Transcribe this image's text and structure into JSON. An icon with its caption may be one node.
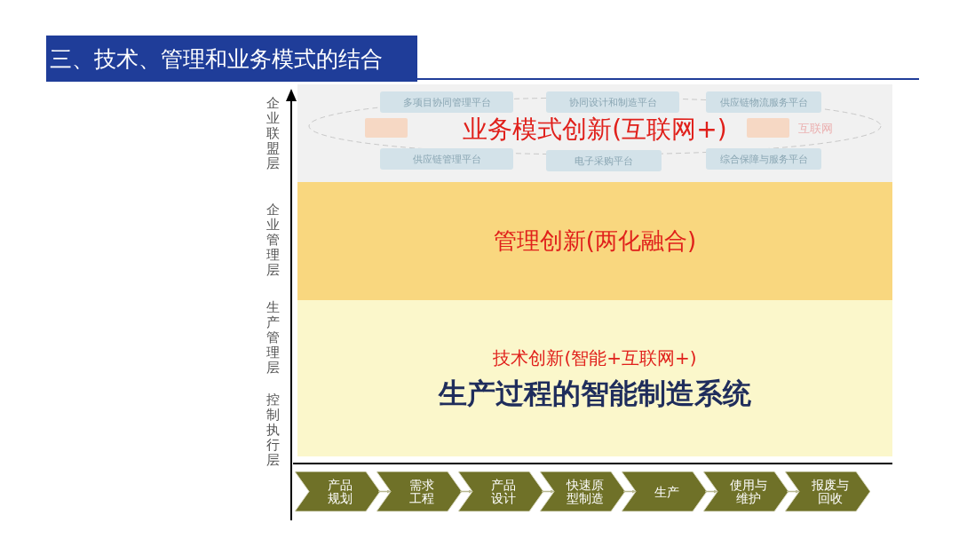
{
  "diagram": {
    "title": "三、技术、管理和业务模式的结合",
    "nodes": [
      {
        "text": [
          "业务模式创新(互联网+)"
        ]
      },
      {
        "text": [
          "多项目协同管理平台"
        ],
        "in": 0
      },
      {
        "text": [
          "协同设计和制造平台"
        ],
        "in": 0
      },
      {
        "text": [
          "供应链物流服务平台"
        ],
        "in": 0
      },
      {
        "text": [],
        "shape": "box",
        "in": 0
      },
      {
        "text": [],
        "shape": "box",
        "in": 0
      },
      {
        "text": [
          "供应链管理平台"
        ],
        "in": 0
      },
      {
        "text": [
          "电子采购平台"
        ],
        "in": 0
      },
      {
        "text": [
          "综合保障与服务平台"
        ],
        "in": 0
      },
      {
        "text": [
          "管理创新(两化融合)"
        ]
      },
      {
        "text": [
          "技术创新(智能+互联网+)",
          "生产过程的智能制造系统"
        ]
      },
      {
        "text": [
          "产品规划"
        ]
      },
      {
        "text": [
          "需求工程"
        ]
      },
      {
        "text": [
          "产品设计"
        ]
      },
      {
        "text": [
          "快速原型制造"
        ]
      },
      {
        "text": [
          "生产"
        ]
      },
      {
        "text": [
          "使用与维护"
        ]
      },
      {
        "text": [
          "报废与回收"
        ]
      }
    ],
    "edges": [
      {
        "from": 11,
        "to": 12,
        "arrow": "to"
      },
      {
        "from": 12,
        "to": 13,
        "arrow": "to"
      },
      {
        "from": 13,
        "to": 14,
        "arrow": "to"
      },
      {
        "from": 14,
        "to": 15,
        "arrow": "to"
      },
      {
        "from": 15,
        "to": 16,
        "arrow": "to"
      },
      {
        "from": 16,
        "to": 17,
        "arrow": "to"
      }
    ],
    "labels": [
      "企业联盟层",
      "企业管理层",
      "生产管理层",
      "控制执行层",
      "互联网"
    ]
  }
}
